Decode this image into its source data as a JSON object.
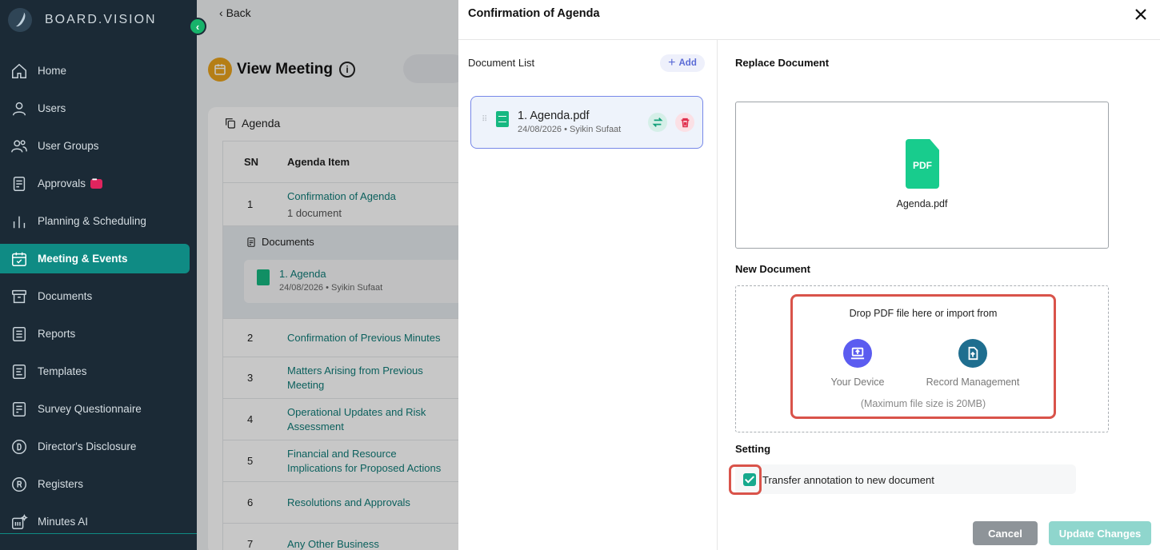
{
  "brand": {
    "name": "BOARD.VISION"
  },
  "sidebar": {
    "items": [
      {
        "label": "Home",
        "icon": "home-icon"
      },
      {
        "label": "Users",
        "icon": "user-icon"
      },
      {
        "label": "User Groups",
        "icon": "users-icon"
      },
      {
        "label": "Approvals",
        "icon": "approval-icon",
        "badge": "message-badge"
      },
      {
        "label": "Planning & Scheduling",
        "icon": "bar-chart-icon"
      },
      {
        "label": "Meeting & Events",
        "icon": "calendar-check-icon",
        "active": true
      },
      {
        "label": "Documents",
        "icon": "archive-icon"
      },
      {
        "label": "Reports",
        "icon": "report-icon"
      },
      {
        "label": "Templates",
        "icon": "template-icon"
      },
      {
        "label": "Survey Questionnaire",
        "icon": "survey-icon"
      },
      {
        "label": "Director's Disclosure",
        "icon": "d-circle-icon"
      },
      {
        "label": "Registers",
        "icon": "r-circle-icon"
      },
      {
        "label": "Minutes AI",
        "icon": "minutes-ai-icon"
      }
    ]
  },
  "page": {
    "back_label": "Back",
    "title": "View Meeting",
    "agenda": {
      "heading": "Agenda",
      "col_sn": "SN",
      "col_item": "Agenda Item",
      "rows": [
        {
          "sn": "1",
          "item": "Confirmation of Agenda",
          "sub": "1 document"
        },
        {
          "sn": "2",
          "item": "Confirmation of Previous Minutes"
        },
        {
          "sn": "3",
          "item": "Matters Arising from Previous Meeting"
        },
        {
          "sn": "4",
          "item": "Operational Updates and Risk Assessment"
        },
        {
          "sn": "5",
          "item": "Financial and Resource Implications for Proposed Actions"
        },
        {
          "sn": "6",
          "item": "Resolutions and Approvals"
        },
        {
          "sn": "7",
          "item": "Any Other Business"
        }
      ],
      "documents_label": "Documents",
      "document": {
        "name": "1. Agenda",
        "meta": "24/08/2026 • Syikin Sufaat"
      }
    }
  },
  "modal": {
    "title": "Confirmation of Agenda",
    "document_list_label": "Document List",
    "add_label": "Add",
    "doc_item": {
      "name": "1. Agenda.pdf",
      "date": "24/08/2026",
      "author": "Syikin Sufaat"
    },
    "replace": {
      "title": "Replace Document",
      "pdf_label": "PDF",
      "file_name": "Agenda.pdf"
    },
    "new_document": {
      "title": "New Document",
      "drop_text": "Drop PDF file here or import from",
      "device_label": "Your Device",
      "record_label": "Record Management",
      "max_size": "(Maximum file size is 20MB)"
    },
    "setting": {
      "title": "Setting",
      "transfer_label": "Transfer annotation to new document",
      "transfer_checked": true
    },
    "cancel_label": "Cancel",
    "update_label": "Update Changes"
  },
  "colors": {
    "sidebar_bg": "#1b2a36",
    "active_nav": "#0f8b84",
    "accent_green": "#16b881",
    "highlight_red": "#d9534a",
    "update_btn": "#8fd6cd",
    "cancel_btn": "#8e9499"
  }
}
